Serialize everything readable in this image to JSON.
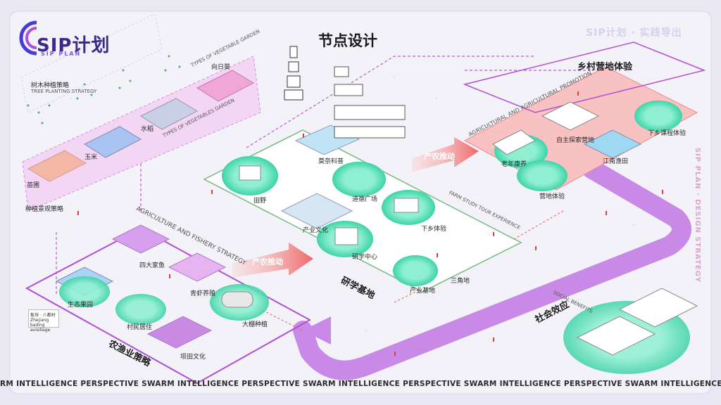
{
  "brand": {
    "logo_text": "SIP计划",
    "logo_sub": "SIP PLAN",
    "slogan": "SIP计划 · 实践导出",
    "vertical_text": "SIP PLAN · DESIGN STRATEGY"
  },
  "node_title": "节点设计",
  "ticker": "RM INTELLIGENCE PERSPECTIVE SWARM INTELLIGENCE PERSPECTIVE SWARM INTELLIGENCE PERSPECTIVE SWARM INTELLIGENCE PERSPECTIVE SWARM INTELLIGENCE PERSPECTIVE SWARM INTELLIGENCE PERSPECTIVE",
  "planting": {
    "title_cn": "树木种植策略",
    "title_en": "TREE PLANTING STRATEGY",
    "types_en": "TYPES OF VEGETABLE GARDEN",
    "types_en2": "TYPES OF VEGETABLES GARDEN",
    "fields": [
      "向日葵",
      "水稻",
      "玉米",
      "苗圃"
    ],
    "bottom": "种植景观策略"
  },
  "farm_tour": {
    "title_cn": "研学基地",
    "title_en": "FARM STUDY TOUR EXPERIENCE",
    "nodes": [
      "莫奈科普",
      "田野",
      "道德广场",
      "下乡体验",
      "产业文化",
      "研学中心",
      "产业基地",
      "三角地"
    ]
  },
  "fishery": {
    "title_en": "AGRICULTURE AND FISHERY STRATEGY",
    "title_cn": "农渔业策略",
    "nodes": [
      "四大家鱼",
      "青虾养殖",
      "生态果园",
      "村民居住",
      "大棚种植",
      "坝田文化"
    ]
  },
  "camp": {
    "title_cn": "乡村营地体验",
    "title_en": "AGRICULTURAL AND AGRICULTURAL PROMOTION",
    "nodes": [
      "老年康养",
      "自主探索营地",
      "营地体验",
      "江南渔田",
      "下乡课程体验"
    ]
  },
  "arrows": {
    "promote_1": "产农推动",
    "promote_2": "产农推动",
    "social": "社会效应",
    "social_en": "SOCIAL BENEFITS"
  },
  "card": {
    "line1": "板块 · 八都村",
    "line2": "Zhejiang bading",
    "line3": "avisillage"
  },
  "colors": {
    "accent_purple": "#b04fd6",
    "road": "#c989e6",
    "teal": "#3fd6a9",
    "salmon": "#f18c8c",
    "red_arrow": "#f07070"
  }
}
